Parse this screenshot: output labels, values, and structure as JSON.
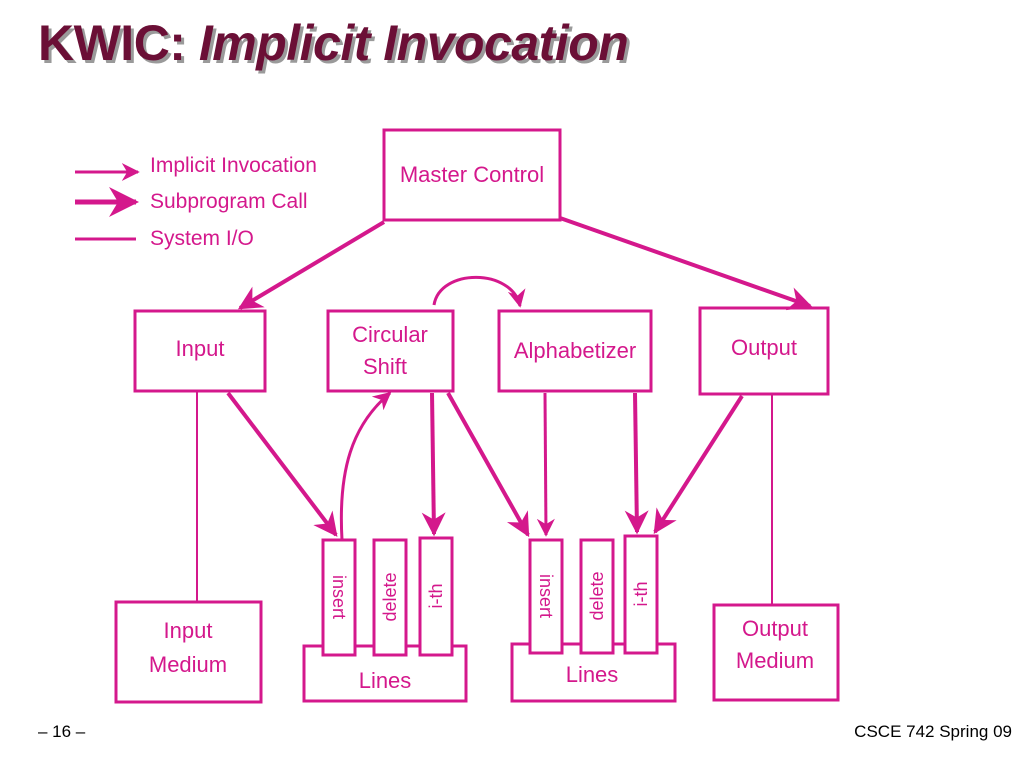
{
  "title": {
    "prefix": "KWIC:",
    "emphasis": "Implicit Invocation"
  },
  "legend": {
    "implicit_invocation": "Implicit Invocation",
    "subprogram_call": "Subprogram Call",
    "system_io": "System I/O"
  },
  "modules": {
    "master_control": "Master Control",
    "input": "Input",
    "circular_shift_line1": "Circular",
    "circular_shift_line2": "Shift",
    "alphabetizer": "Alphabetizer",
    "output": "Output"
  },
  "media": {
    "input_line1": "Input",
    "input_line2": "Medium",
    "output_line1": "Output",
    "output_line2": "Medium"
  },
  "lines_modules": {
    "left": {
      "label": "Lines",
      "ops": [
        "insert",
        "delete",
        "i-th"
      ]
    },
    "right": {
      "label": "Lines",
      "ops": [
        "insert",
        "delete",
        "i-th"
      ]
    }
  },
  "footer": {
    "page": "– 16 –",
    "course": "CSCE 742 Spring 09"
  },
  "colors": {
    "diagram": "#d4188c",
    "title": "#6b0f36",
    "title_shadow": "#9a9a9a"
  }
}
